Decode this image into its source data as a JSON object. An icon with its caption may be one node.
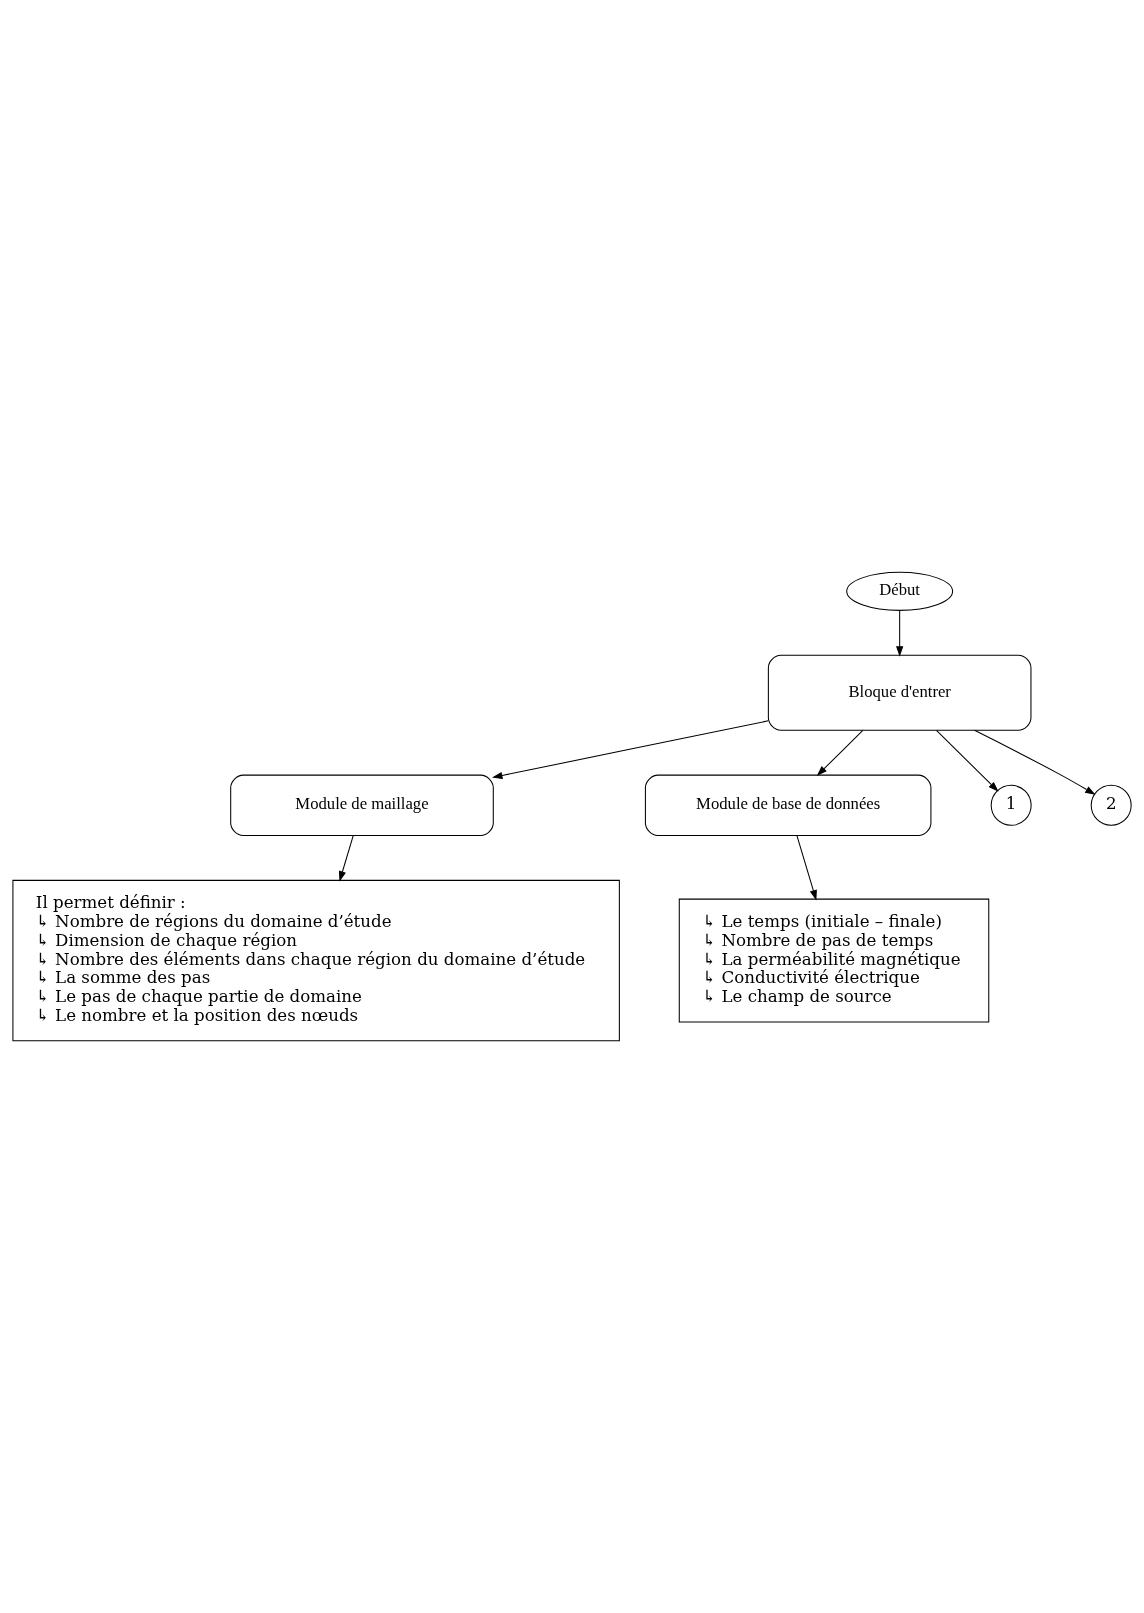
{
  "diagram": {
    "nodes": [
      {
        "text": [
          "Début"
        ]
      },
      {
        "text": [
          "Module de maillage"
        ]
      },
      {
        "text": [
          "Il permet définir :",
          "↳ Nombre de régions du domaine d’étude",
          "↳ Dimension de chaque région",
          "↳ Nombre des éléments dans chaque région du domaine d’étude",
          "↳ La somme des pas",
          "↳ Le pas de chaque partie de domaine",
          "↳ Le nombre et la position des nœuds"
        ]
      },
      {
        "text": [
          "Bloque d'entrer"
        ]
      },
      {
        "text": [
          "Module de base de données"
        ]
      },
      {
        "text": [
          "↳ Le temps (initiale – finale)",
          "↳ Nombre de pas de temps",
          "↳ La perméabilité magnétique",
          "↳ Conductivité électrique",
          "↳ Le champ de source"
        ]
      },
      {
        "text": [
          "1"
        ]
      },
      {
        "text": [
          "2"
        ]
      }
    ],
    "edges": [
      {
        "from": 0,
        "to": 3,
        "arrow": "to"
      },
      {
        "from": 3,
        "to": 1,
        "arrow": "to"
      },
      {
        "from": 1,
        "to": 2,
        "arrow": "to"
      },
      {
        "from": 3,
        "to": 4,
        "arrow": "to"
      },
      {
        "from": 4,
        "to": 5,
        "arrow": "to"
      },
      {
        "from": 3,
        "to": 6,
        "arrow": "to"
      },
      {
        "from": 3,
        "to": 7,
        "arrow": "to"
      }
    ]
  }
}
